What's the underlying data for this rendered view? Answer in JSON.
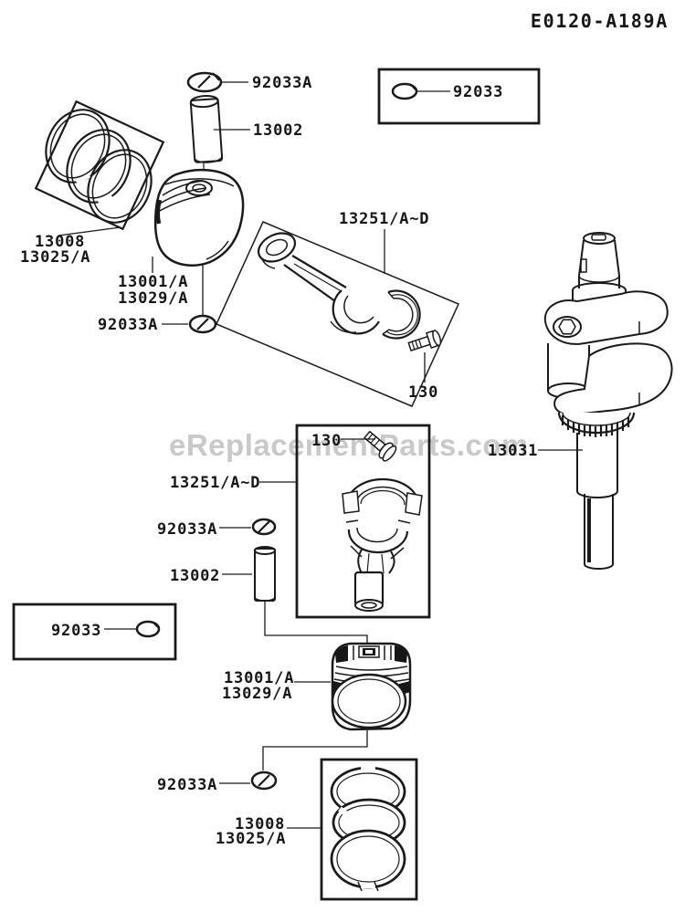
{
  "title": "E0120-A189A",
  "watermark": "eReplacementParts.com",
  "colors": {
    "line": "#1a1a1a",
    "watermark": "#c9c9c9",
    "background": "#ffffff"
  },
  "labels": {
    "clip_top": "92033A",
    "pin_top": "13002",
    "ring_clip_boxed_top": "92033",
    "rings_top_line1": "13008",
    "rings_top_line2": "13025/A",
    "piston_top_line1": "13001/A",
    "piston_top_line2": "13029/A",
    "clip_under_piston_top": "92033A",
    "rod_assembly_box1": "13251/A~D",
    "rod_bolt_box1": "130",
    "crankshaft": "13031",
    "rod_bolt_box2": "130",
    "rod_assembly_box2": "13251/A~D",
    "clip_mid": "92033A",
    "pin_mid": "13002",
    "ring_clip_boxed_bottom": "92033",
    "piston_bottom_line1": "13001/A",
    "piston_bottom_line2": "13029/A",
    "clip_bottom": "92033A",
    "rings_bottom_line1": "13008",
    "rings_bottom_line2": "13025/A"
  }
}
